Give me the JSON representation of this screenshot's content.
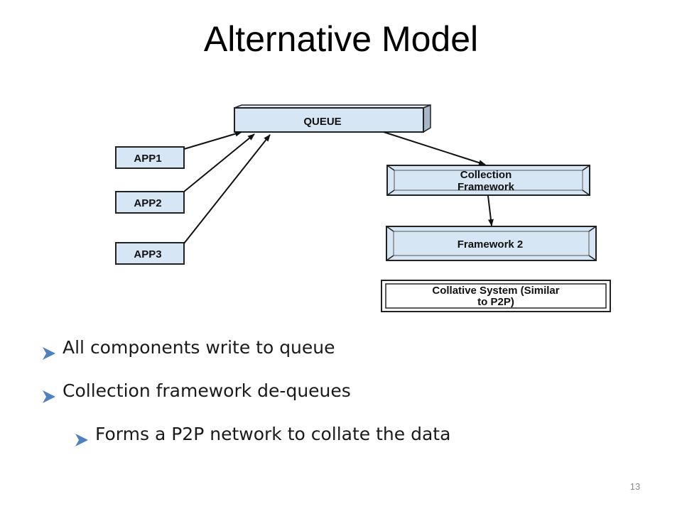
{
  "slide": {
    "title": "Alternative Model",
    "page_number": "13"
  },
  "diagram": {
    "queue": "QUEUE",
    "apps": [
      "APP1",
      "APP2",
      "APP3"
    ],
    "collection_framework": [
      "Collection",
      "Framework"
    ],
    "framework2": "Framework 2",
    "collative_system": [
      "Collative System (Similar",
      "to P2P)"
    ]
  },
  "bullets": [
    {
      "level": 1,
      "text": "All components write to queue"
    },
    {
      "level": 1,
      "text": "Collection framework de-queues"
    },
    {
      "level": 2,
      "text": "Forms a P2P network to collate the data"
    }
  ],
  "colors": {
    "box_fill": "#d6e6f4",
    "box_border": "#222222",
    "bullet_arrow": "#4f81bd",
    "text": "#1a1a1a"
  }
}
